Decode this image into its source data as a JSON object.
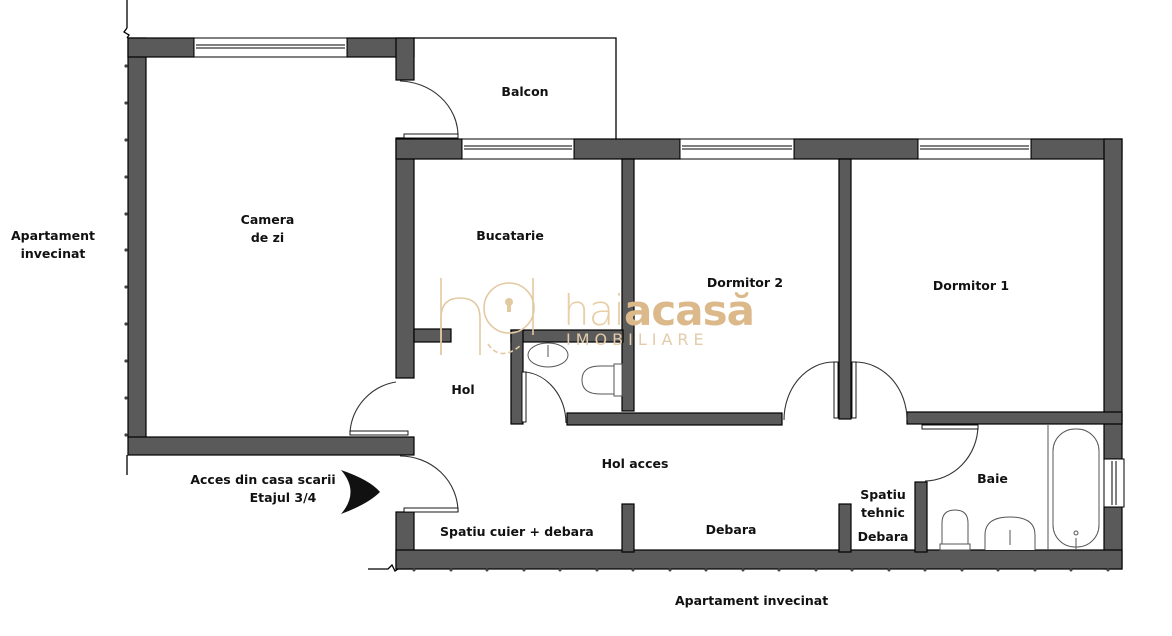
{
  "plan": {
    "rooms": {
      "living": [
        "Camera",
        "de zi"
      ],
      "balcony": "Balcon",
      "kitchen": "Bucatarie",
      "bedroom2": "Dormitor 2",
      "bedroom1": "Dormitor 1",
      "hall": "Hol",
      "entry_hall": "Hol acces",
      "bathroom": "Baie",
      "cloak_storage": "Spatiu cuier + debara",
      "storage": "Debara",
      "technical_space": [
        "Spatiu",
        "tehnic"
      ],
      "storage_small": "Debara"
    },
    "annotations": {
      "neighbor_left": [
        "Apartament",
        "invecinat"
      ],
      "neighbor_bottom": "Apartament invecinat",
      "access": [
        "Acces din casa scarii",
        "Etajul 3/4"
      ]
    },
    "watermark": {
      "brand_light": "hai",
      "brand_bold": "acasă",
      "subtitle": "IMOBILIARE",
      "monogram": "ha"
    },
    "colors": {
      "wall": "#5a5a5a",
      "watermark": "#dcb98a"
    }
  }
}
